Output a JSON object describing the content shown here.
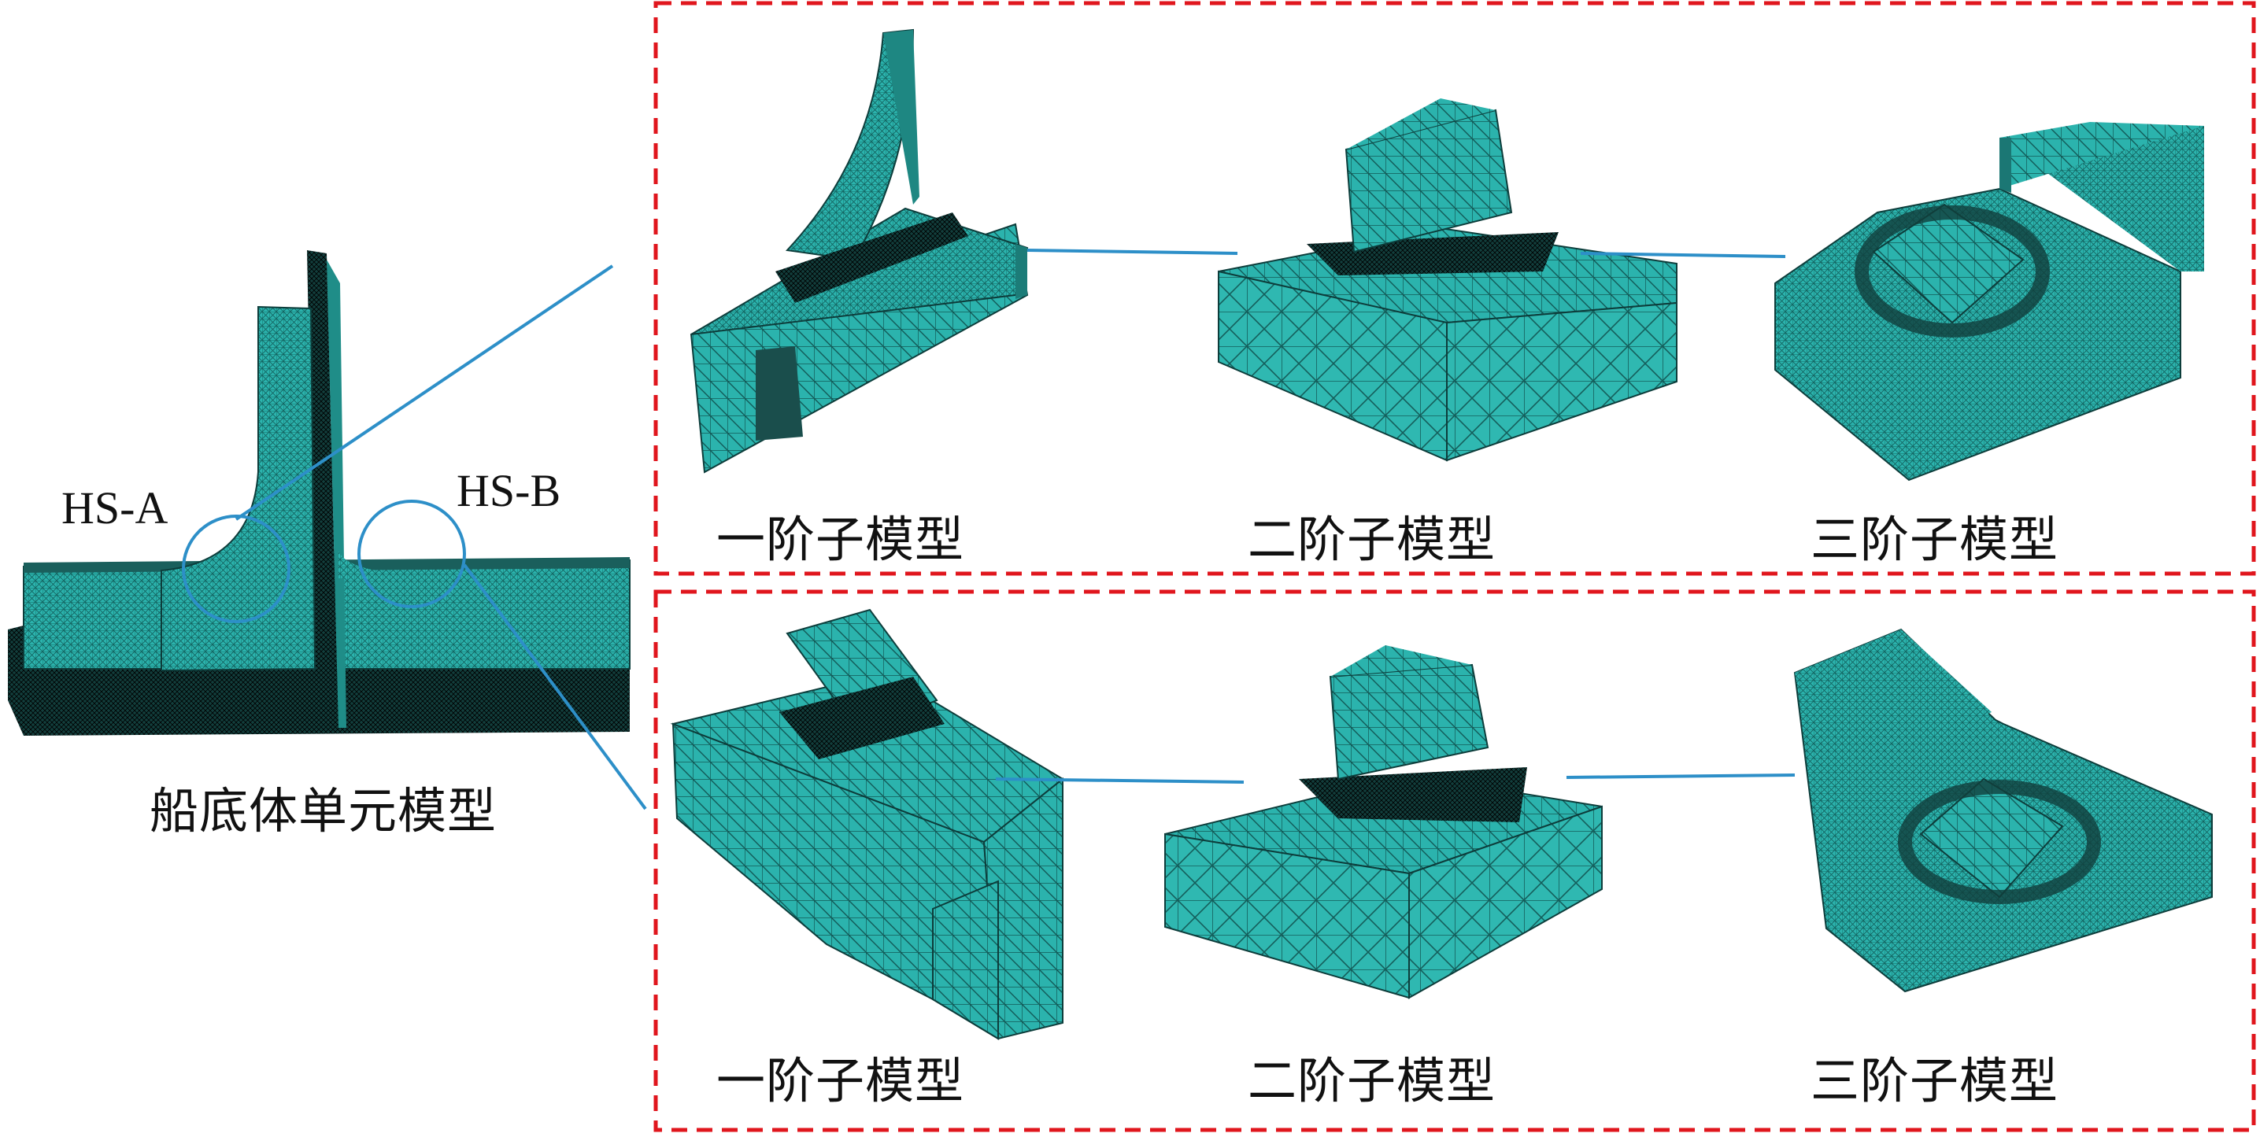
{
  "main_model": {
    "caption": "船底体单元模型",
    "hotspot_a": "HS-A",
    "hotspot_b": "HS-B"
  },
  "panels": [
    {
      "captions": [
        "一阶子模型",
        "二阶子模型",
        "三阶子模型"
      ]
    },
    {
      "captions": [
        "一阶子模型",
        "二阶子模型",
        "三阶子模型"
      ]
    }
  ],
  "colors": {
    "mesh_fill": "#2bb3ad",
    "mesh_dark": "#0d3d3b",
    "connector": "#2d8fc8",
    "frame": "#e0161d",
    "text": "#111111"
  }
}
